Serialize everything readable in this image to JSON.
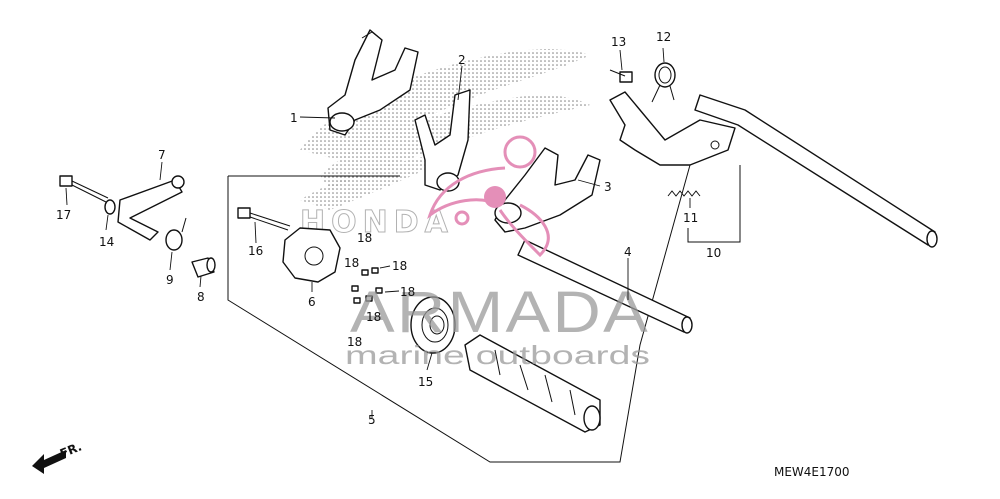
{
  "diagram": {
    "code": "MEW4E1700",
    "direction_label": "FR.",
    "callouts": [
      {
        "id": "c1",
        "text": "1"
      },
      {
        "id": "c2",
        "text": "2"
      },
      {
        "id": "c3",
        "text": "3"
      },
      {
        "id": "c4",
        "text": "4"
      },
      {
        "id": "c5",
        "text": "5"
      },
      {
        "id": "c6",
        "text": "6"
      },
      {
        "id": "c7",
        "text": "7"
      },
      {
        "id": "c8",
        "text": "8"
      },
      {
        "id": "c9",
        "text": "9"
      },
      {
        "id": "c10",
        "text": "10"
      },
      {
        "id": "c11",
        "text": "11"
      },
      {
        "id": "c12",
        "text": "12"
      },
      {
        "id": "c13",
        "text": "13"
      },
      {
        "id": "c14",
        "text": "14"
      },
      {
        "id": "c15",
        "text": "15"
      },
      {
        "id": "c16",
        "text": "16"
      },
      {
        "id": "c17",
        "text": "17"
      },
      {
        "id": "c18a",
        "text": "18"
      },
      {
        "id": "c18b",
        "text": "18"
      },
      {
        "id": "c18c",
        "text": "18"
      },
      {
        "id": "c18d",
        "text": "18"
      },
      {
        "id": "c18e",
        "text": "18"
      },
      {
        "id": "c18f",
        "text": "18"
      }
    ]
  },
  "watermark": {
    "brand": "ARMADA",
    "tagline": "marine outboards",
    "background_logo": "HONDA",
    "accent_color": "#e48fb8"
  }
}
